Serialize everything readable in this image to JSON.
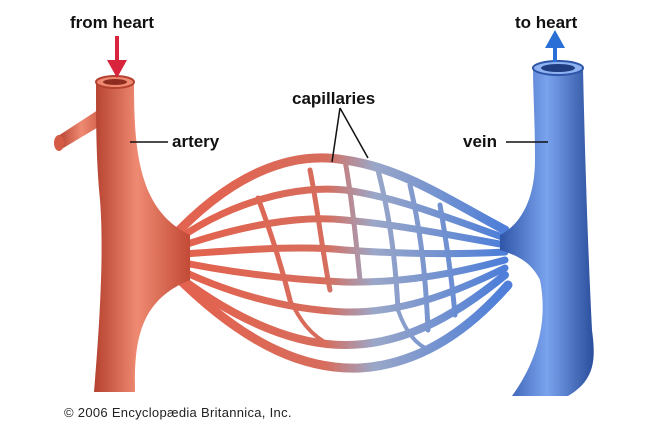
{
  "labels": {
    "from_heart": "from heart",
    "to_heart": "to heart",
    "capillaries": "capillaries",
    "artery": "artery",
    "vein": "vein"
  },
  "copyright": "© 2006 Encyclopædia Britannica, Inc.",
  "colors": {
    "artery": "#e2634f",
    "artery_dark": "#b5412f",
    "vein": "#4f7fd8",
    "vein_dark": "#2f55a8",
    "arrow_in": "#d8243c",
    "arrow_out": "#2a6fd6"
  }
}
